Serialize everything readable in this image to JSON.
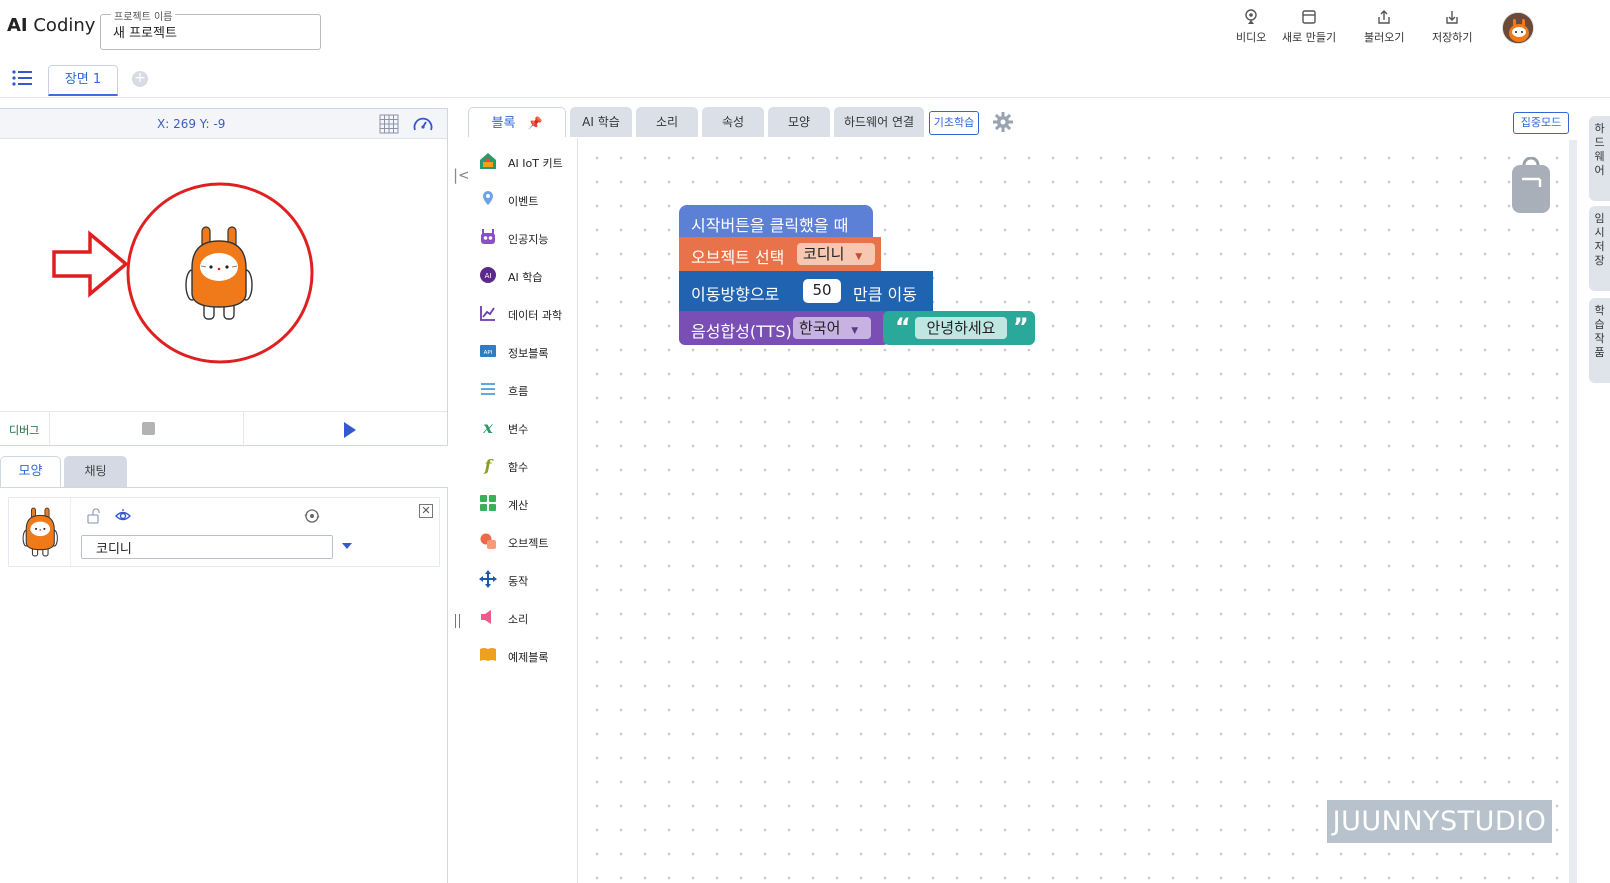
{
  "app": {
    "logo_bold": "AI",
    "logo_rest": " Codiny"
  },
  "project": {
    "label": "프로젝트 이름",
    "name": "새 프로젝트"
  },
  "header_buttons": {
    "video": "비디오",
    "new": "새로 만들기",
    "load": "불러오기",
    "save": "저장하기"
  },
  "scene": {
    "tab_label": "장면 1"
  },
  "stage": {
    "coords": "X: 269 Y: -9",
    "debug_label": "디버그"
  },
  "object_panel": {
    "tab_shape": "모양",
    "tab_chat": "채팅",
    "object_name": "코디니"
  },
  "block_tabs": {
    "blocks": "블록",
    "ai": "AI 학습",
    "sound": "소리",
    "props": "속성",
    "shape": "모양",
    "hardware": "하드웨어 연결",
    "basic": "기초학습",
    "focus": "집중모드"
  },
  "categories": [
    {
      "label": "AI IoT 키트",
      "icon": "iot-kit-icon",
      "color": "#e0a020"
    },
    {
      "label": "이벤트",
      "icon": "event-pin-icon",
      "color": "#6aa3e8"
    },
    {
      "label": "인공지능",
      "icon": "robot-icon",
      "color": "#8a4fc7"
    },
    {
      "label": "AI 학습",
      "icon": "ai-learning-icon",
      "color": "#5a2a8a"
    },
    {
      "label": "데이터 과학",
      "icon": "chart-line-icon",
      "color": "#6a3bb0"
    },
    {
      "label": "정보블록",
      "icon": "api-icon",
      "color": "#2f7cc0"
    },
    {
      "label": "흐름",
      "icon": "flow-icon",
      "color": "#4aa0e0"
    },
    {
      "label": "변수",
      "icon": "variable-icon",
      "color": "#2a9a6a"
    },
    {
      "label": "함수",
      "icon": "function-icon",
      "color": "#88a020"
    },
    {
      "label": "계산",
      "icon": "calculator-icon",
      "color": "#3ab05a"
    },
    {
      "label": "오브젝트",
      "icon": "object-icon",
      "color": "#ee6a4a"
    },
    {
      "label": "동작",
      "icon": "move-icon",
      "color": "#1f5aa8"
    },
    {
      "label": "소리",
      "icon": "speaker-icon",
      "color": "#ee5a8a"
    },
    {
      "label": "예제블록",
      "icon": "book-icon",
      "color": "#f0a020"
    }
  ],
  "blocks": {
    "start": "시작버튼을 클릭했을 때",
    "select_obj": "오브젝트 선택",
    "select_obj_value": "코디니",
    "move_prefix": "이동방향으로",
    "move_value": "50",
    "move_suffix": "만큼 이동",
    "tts": "음성합성(TTS)",
    "tts_lang": "한국어",
    "open_quote": "“",
    "tts_text": "안녕하세요",
    "close_quote": "”"
  },
  "side_tabs": {
    "hardware": "하드웨어",
    "temp_save": "임시저장",
    "learn_works": "학습작품"
  },
  "watermark": "JUUNNYSTUDIO",
  "colors": {
    "accent": "#3566d6",
    "event_block": "#5b80d6",
    "object_block": "#e8734a",
    "motion_block": "#2063b0",
    "tts_block": "#7a4fb5",
    "text_block": "#2aa89a"
  }
}
